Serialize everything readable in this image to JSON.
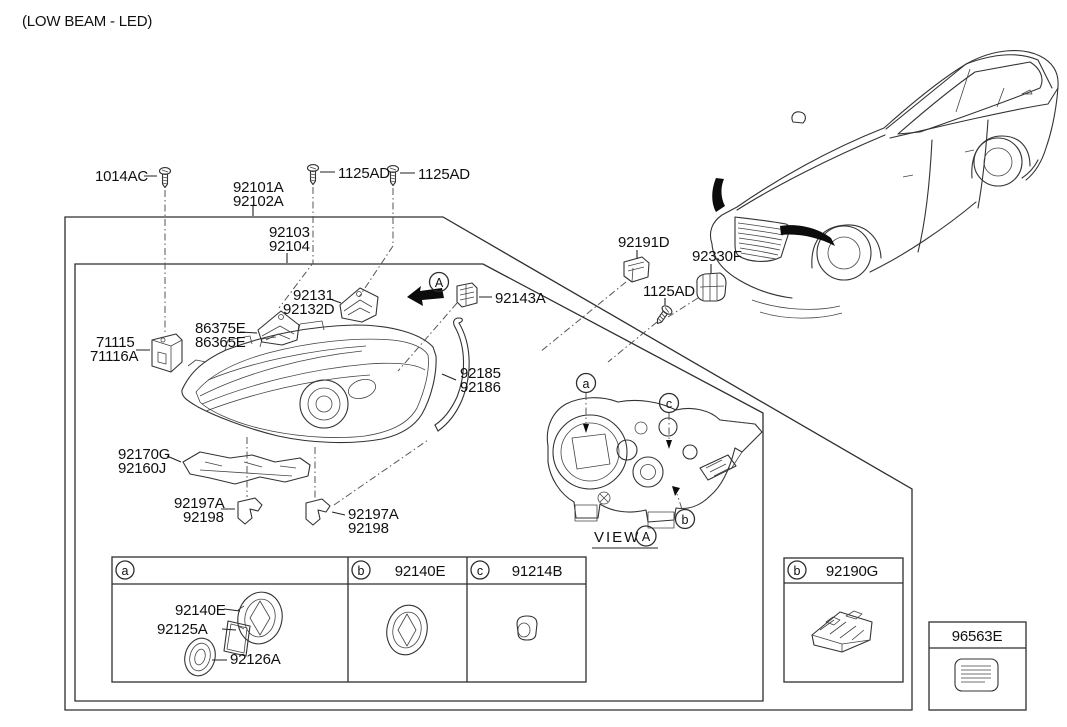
{
  "title": "(LOW BEAM - LED)",
  "diagram": {
    "labels": {
      "bolt": "1014AC",
      "headlamp_assy_line1": "92101A",
      "headlamp_assy_line2": "92102A",
      "screw": "1125AD",
      "unit_line1": "92103",
      "unit_line2": "92104",
      "bracket_outer_line1": "92131",
      "bracket_outer_line2": "92132D",
      "bracket_inner_line1": "86375E",
      "bracket_inner_line2": "86365E",
      "bracket_side_line1": "71115",
      "bracket_side_line2": "71116A",
      "clip_headlamp": "92143A",
      "strip_line1": "92185",
      "strip_line2": "92186",
      "retainer_line1": "92170G",
      "retainer_line2": "92160J",
      "clip_lower_line1": "92197A",
      "clip_lower_line2": "92198",
      "connector": "92191D",
      "socket": "92330F"
    },
    "view": {
      "word": "VIEW",
      "ref": "A"
    },
    "callouts": {
      "a": "a",
      "b": "b",
      "c": "c"
    },
    "arrow_ref": "A"
  },
  "table": {
    "cell_a": {
      "callout": "a",
      "cap": "92140E",
      "film": "92125A",
      "cover": "92126A"
    },
    "cell_b": {
      "callout": "b",
      "header": "92140E"
    },
    "cell_c": {
      "callout": "c",
      "header": "91214B"
    }
  },
  "module_box": {
    "callout": "b",
    "header": "92190G"
  },
  "label_box": {
    "header": "96563E"
  }
}
